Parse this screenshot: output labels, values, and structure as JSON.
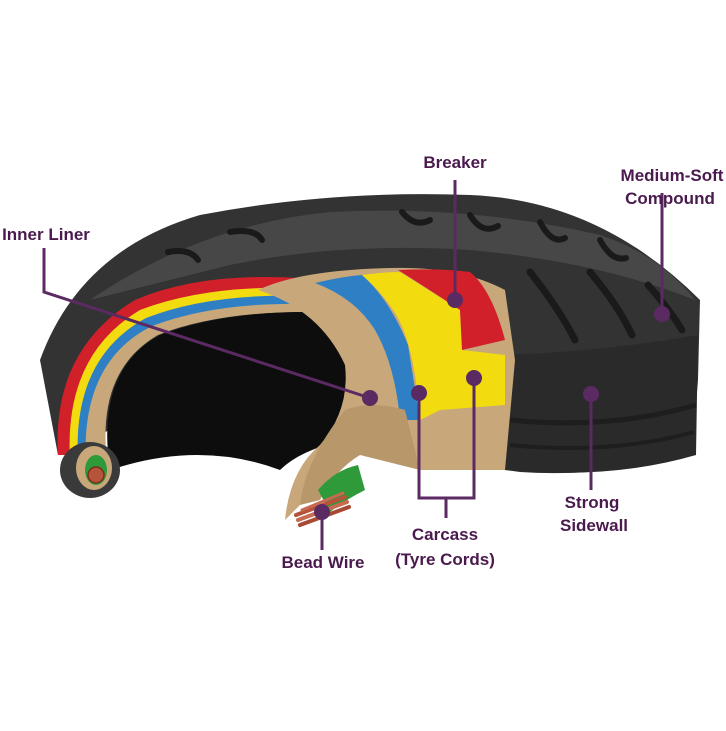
{
  "labels": {
    "breaker": "Breaker",
    "medium_soft_1": "Medium-Soft",
    "medium_soft_2": "Compound",
    "inner_liner": "Inner Liner",
    "strong_1": "Strong",
    "strong_2": "Sidewall",
    "carcass_1": "Carcass",
    "carcass_2": "(Tyre Cords)",
    "bead_wire": "Bead Wire"
  },
  "colors": {
    "label": "#4a1a4e",
    "leader": "#5b2a63",
    "rubber_dark": "#2b2b2b",
    "rubber_mid": "#3d3d3d",
    "tan": "#c8a87a",
    "blue": "#2f7fc4",
    "yellow": "#f2dc10",
    "red": "#d2202a",
    "green": "#2e9a3a",
    "copper": "#b5533b"
  }
}
